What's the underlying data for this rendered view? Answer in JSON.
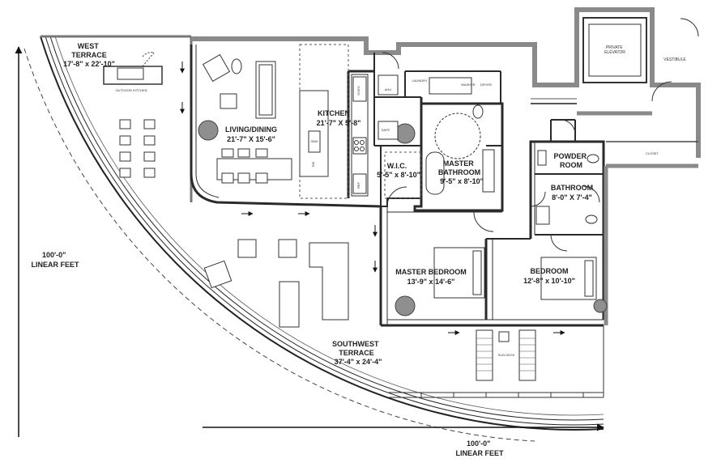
{
  "rooms": {
    "west_terrace": {
      "name": "WEST\nTERRACE",
      "dims": "17'-8\" x 22'-10\""
    },
    "living_dining": {
      "name": "LIVING/DINING",
      "dims": "21'-7\" X 15'-6\""
    },
    "kitchen": {
      "name": "KITCHEN",
      "dims": "21'-7\" X 5'-8\""
    },
    "wic": {
      "name": "W.I.C.",
      "dims": "5'-5\" x 8'-10\""
    },
    "master_bathroom": {
      "name": "MASTER\nBATHROOM",
      "dims": "9'-5\" x 8'-10\""
    },
    "powder_room": {
      "name": "POWDER\nROOM"
    },
    "bathroom": {
      "name": "BATHROOM",
      "dims": "8'-0\" X 7'-4\""
    },
    "master_bedroom": {
      "name": "MASTER BEDROOM",
      "dims": "13'-9\" x 14'-6\""
    },
    "bedroom": {
      "name": "BEDROOM",
      "dims": "12'-8\" x 10'-10\""
    },
    "southwest_terrace": {
      "name": "SOUTHWEST\nTERRACE",
      "dims": "37'-4\" x 24'-4\""
    }
  },
  "small_labels": {
    "private_elevator": "PRIVATE\nELEVATOR",
    "vestibule": "VESTIBULE",
    "closet": "CLOSET",
    "laundry": "LAUNDRY",
    "washer": "WASHER",
    "dryer": "DRYER",
    "outdoor_kitchen": "OUTDOOR KITCHEN",
    "sun_deck": "SUN DECK",
    "oven": "OVEN",
    "ref": "REF",
    "dw": "DW",
    "sink": "SINK",
    "ahu": "AHU",
    "safe": "SAFE"
  },
  "dimensions": {
    "west_run": "100'-0\"\nLINEAR FEET",
    "south_run": "100'-0\"\nLINEAR FEET"
  },
  "colors": {
    "wall": "#2a2a2a",
    "exterior_wall": "#8a8a8a",
    "column": "#8f8f8f",
    "line": "#333333"
  }
}
